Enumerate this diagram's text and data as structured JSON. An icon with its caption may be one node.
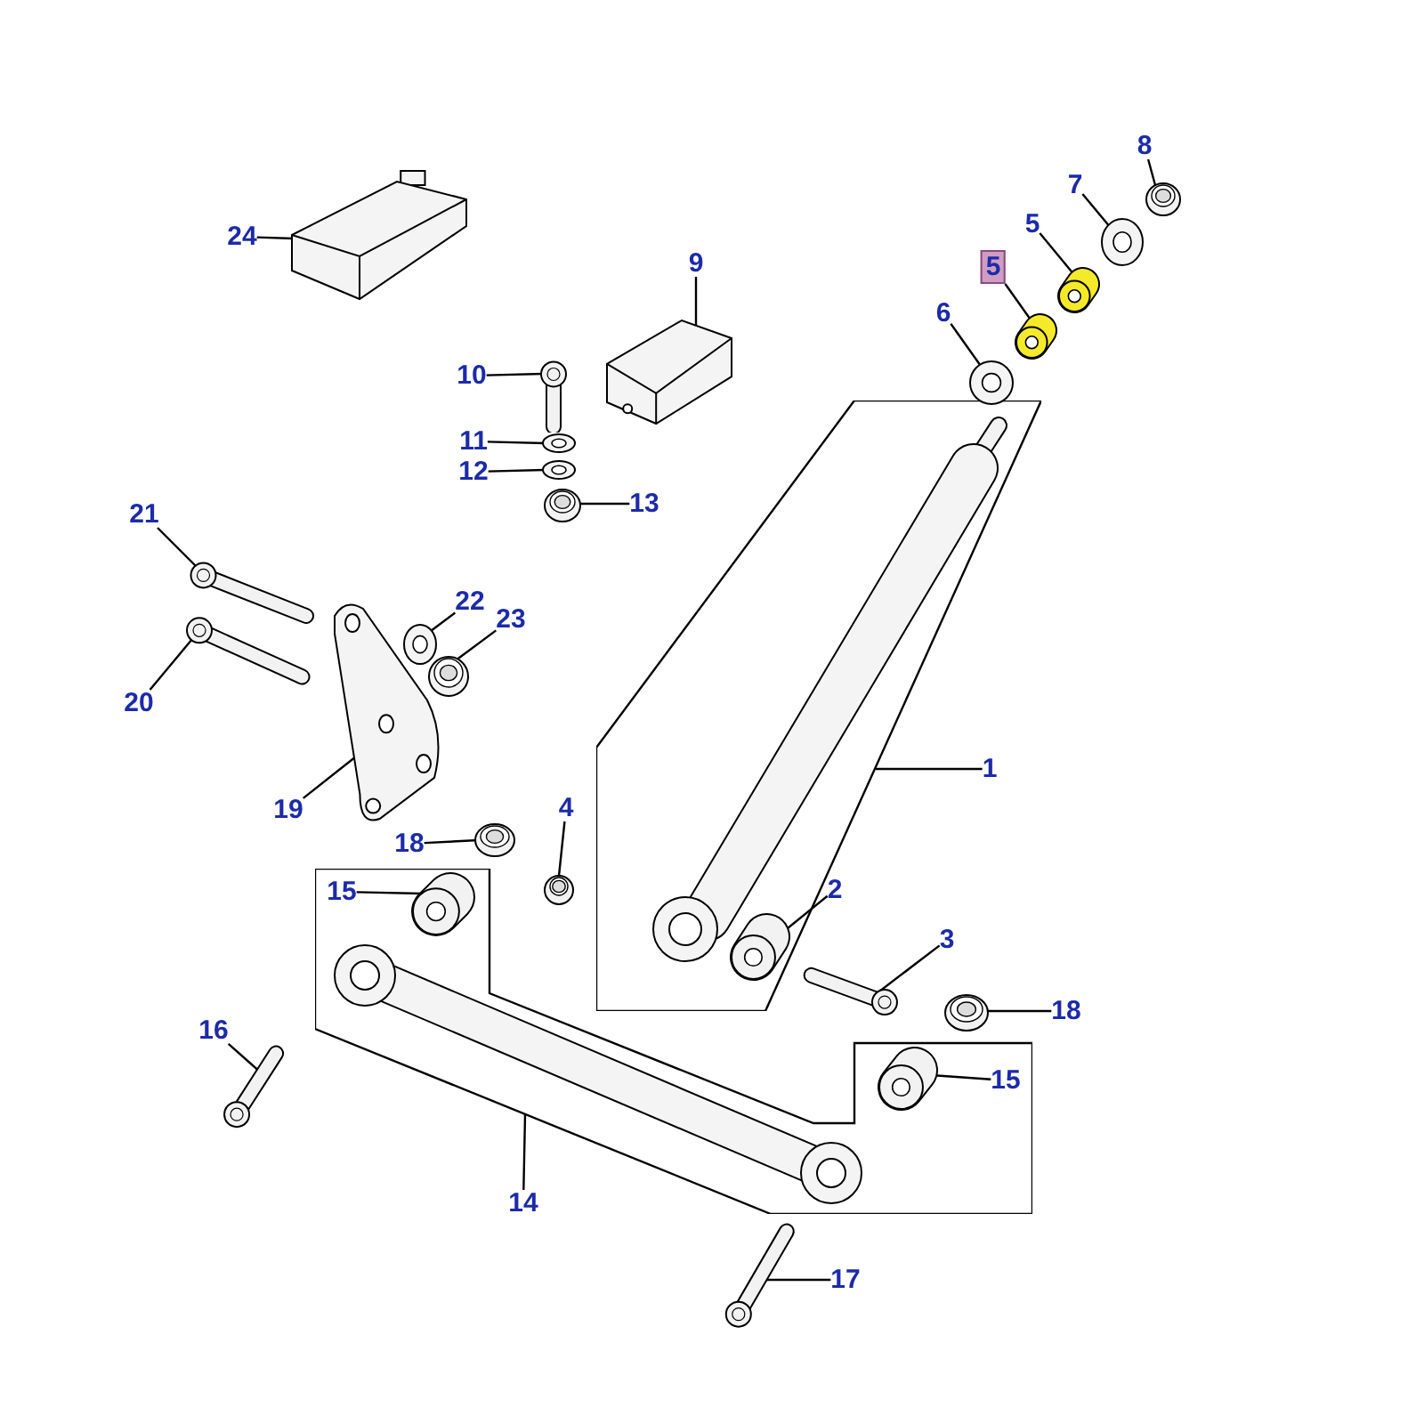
{
  "diagram": {
    "nodes": [
      {
        "text": [
          "24"
        ]
      },
      {
        "text": [],
        "shape": "picture"
      },
      {
        "text": [
          "9"
        ]
      },
      {
        "text": [],
        "shape": "picture"
      },
      {
        "text": [
          "10"
        ]
      },
      {
        "text": [],
        "shape": "picture"
      },
      {
        "text": [
          "11"
        ]
      },
      {
        "text": [],
        "shape": "picture"
      },
      {
        "text": [
          "12"
        ]
      },
      {
        "text": [],
        "shape": "picture"
      },
      {
        "text": [
          "13"
        ]
      },
      {
        "text": [],
        "shape": "picture"
      },
      {
        "text": [
          "8"
        ]
      },
      {
        "text": [],
        "shape": "picture"
      },
      {
        "text": [
          "7"
        ]
      },
      {
        "text": [],
        "shape": "picture"
      },
      {
        "text": [
          "5"
        ]
      },
      {
        "text": [],
        "shape": "picture"
      },
      {
        "text": [
          "5"
        ]
      },
      {
        "text": [],
        "shape": "picture"
      },
      {
        "text": [
          "6"
        ]
      },
      {
        "text": [],
        "shape": "picture"
      },
      {
        "text": [
          "1"
        ]
      },
      {
        "text": [],
        "shape": "box"
      },
      {
        "text": [
          "2"
        ]
      },
      {
        "text": [],
        "shape": "picture",
        "in": 23
      },
      {
        "text": [
          "21"
        ]
      },
      {
        "text": [],
        "shape": "picture"
      },
      {
        "text": [
          "22"
        ]
      },
      {
        "text": [],
        "shape": "picture"
      },
      {
        "text": [
          "23"
        ]
      },
      {
        "text": [],
        "shape": "picture"
      },
      {
        "text": [
          "20"
        ]
      },
      {
        "text": [],
        "shape": "picture"
      },
      {
        "text": [
          "19"
        ]
      },
      {
        "text": [],
        "shape": "picture"
      },
      {
        "text": [
          "18"
        ]
      },
      {
        "text": [],
        "shape": "picture"
      },
      {
        "text": [
          "4"
        ]
      },
      {
        "text": [],
        "shape": "picture"
      },
      {
        "text": [
          "14"
        ]
      },
      {
        "text": [],
        "shape": "box"
      },
      {
        "text": [
          "15"
        ],
        "in": 41
      },
      {
        "text": [],
        "shape": "picture",
        "in": 41
      },
      {
        "text": [
          "3"
        ]
      },
      {
        "text": [],
        "shape": "picture"
      },
      {
        "text": [
          "18"
        ]
      },
      {
        "text": [],
        "shape": "picture"
      },
      {
        "text": [
          "15"
        ],
        "in": 41
      },
      {
        "text": [],
        "shape": "picture",
        "in": 41
      },
      {
        "text": [
          "16"
        ]
      },
      {
        "text": [],
        "shape": "picture"
      },
      {
        "text": [
          "17"
        ]
      },
      {
        "text": [],
        "shape": "picture"
      }
    ],
    "edges": [
      {
        "from": 0,
        "to": 1,
        "arrow": "none"
      },
      {
        "from": 2,
        "to": 3,
        "arrow": "none"
      },
      {
        "from": 4,
        "to": 5,
        "arrow": "none"
      },
      {
        "from": 6,
        "to": 7,
        "arrow": "none"
      },
      {
        "from": 8,
        "to": 9,
        "arrow": "none"
      },
      {
        "from": 10,
        "to": 11,
        "arrow": "none"
      },
      {
        "from": 12,
        "to": 13,
        "arrow": "none"
      },
      {
        "from": 14,
        "to": 15,
        "arrow": "none"
      },
      {
        "from": 16,
        "to": 17,
        "arrow": "none"
      },
      {
        "from": 18,
        "to": 19,
        "arrow": "none"
      },
      {
        "from": 20,
        "to": 21,
        "arrow": "none"
      },
      {
        "from": 22,
        "to": 23,
        "arrow": "none"
      },
      {
        "from": 24,
        "to": 25,
        "arrow": "none"
      },
      {
        "from": 26,
        "to": 27,
        "arrow": "none"
      },
      {
        "from": 28,
        "to": 29,
        "arrow": "none"
      },
      {
        "from": 30,
        "to": 31,
        "arrow": "none"
      },
      {
        "from": 32,
        "to": 33,
        "arrow": "none"
      },
      {
        "from": 34,
        "to": 35,
        "arrow": "none"
      },
      {
        "from": 36,
        "to": 37,
        "arrow": "none"
      },
      {
        "from": 38,
        "to": 39,
        "arrow": "none"
      },
      {
        "from": 40,
        "to": 41,
        "arrow": "none"
      },
      {
        "from": 42,
        "to": 43,
        "arrow": "none"
      },
      {
        "from": 44,
        "to": 45,
        "arrow": "none"
      },
      {
        "from": 46,
        "to": 47,
        "arrow": "none"
      },
      {
        "from": 48,
        "to": 49,
        "arrow": "none"
      },
      {
        "from": 50,
        "to": 51,
        "arrow": "none"
      },
      {
        "from": 52,
        "to": 53,
        "arrow": "none"
      }
    ]
  }
}
